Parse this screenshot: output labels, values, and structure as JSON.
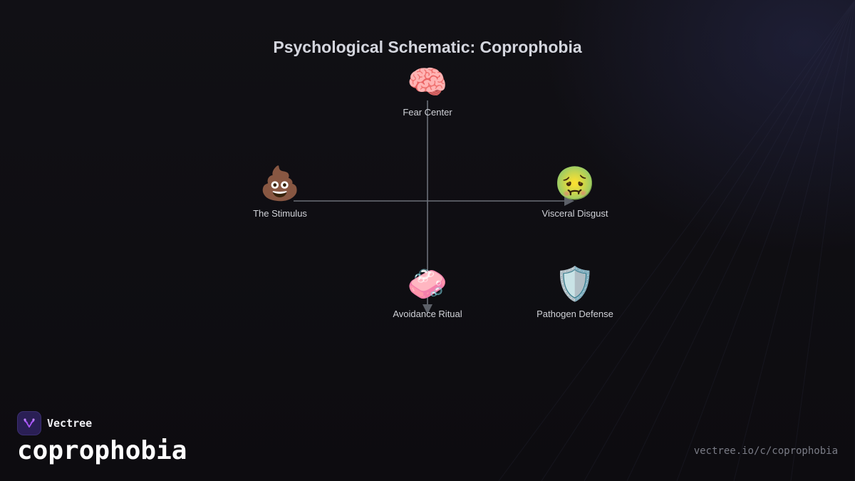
{
  "diagram": {
    "title": "Psychological Schematic: Coprophobia",
    "nodes": {
      "fear_center": {
        "icon": "brain-icon",
        "glyph": "🧠",
        "label": "Fear Center"
      },
      "stimulus": {
        "icon": "pile-of-poo-icon",
        "glyph": "💩",
        "label": "The Stimulus"
      },
      "disgust": {
        "icon": "nauseated-face-icon",
        "glyph": "🤢",
        "label": "Visceral Disgust"
      },
      "avoidance": {
        "icon": "soap-icon",
        "glyph": "🧼",
        "label": "Avoidance Ritual"
      },
      "defense": {
        "icon": "shield-icon",
        "glyph": "🛡️",
        "label": "Pathogen Defense"
      }
    },
    "edges": [
      {
        "from": "stimulus",
        "to": "disgust",
        "arrow": true
      },
      {
        "from": "fear_center",
        "to": "avoidance",
        "arrow": true
      }
    ],
    "colors": {
      "line": "#6b6f78",
      "arrow": "#5c6068"
    }
  },
  "footer": {
    "brand_name": "Vectree",
    "topic": "coprophobia",
    "url": "vectree.io/c/coprophobia",
    "logo_icon": "vectree-logo-icon",
    "logo_color": "#a855f7"
  }
}
